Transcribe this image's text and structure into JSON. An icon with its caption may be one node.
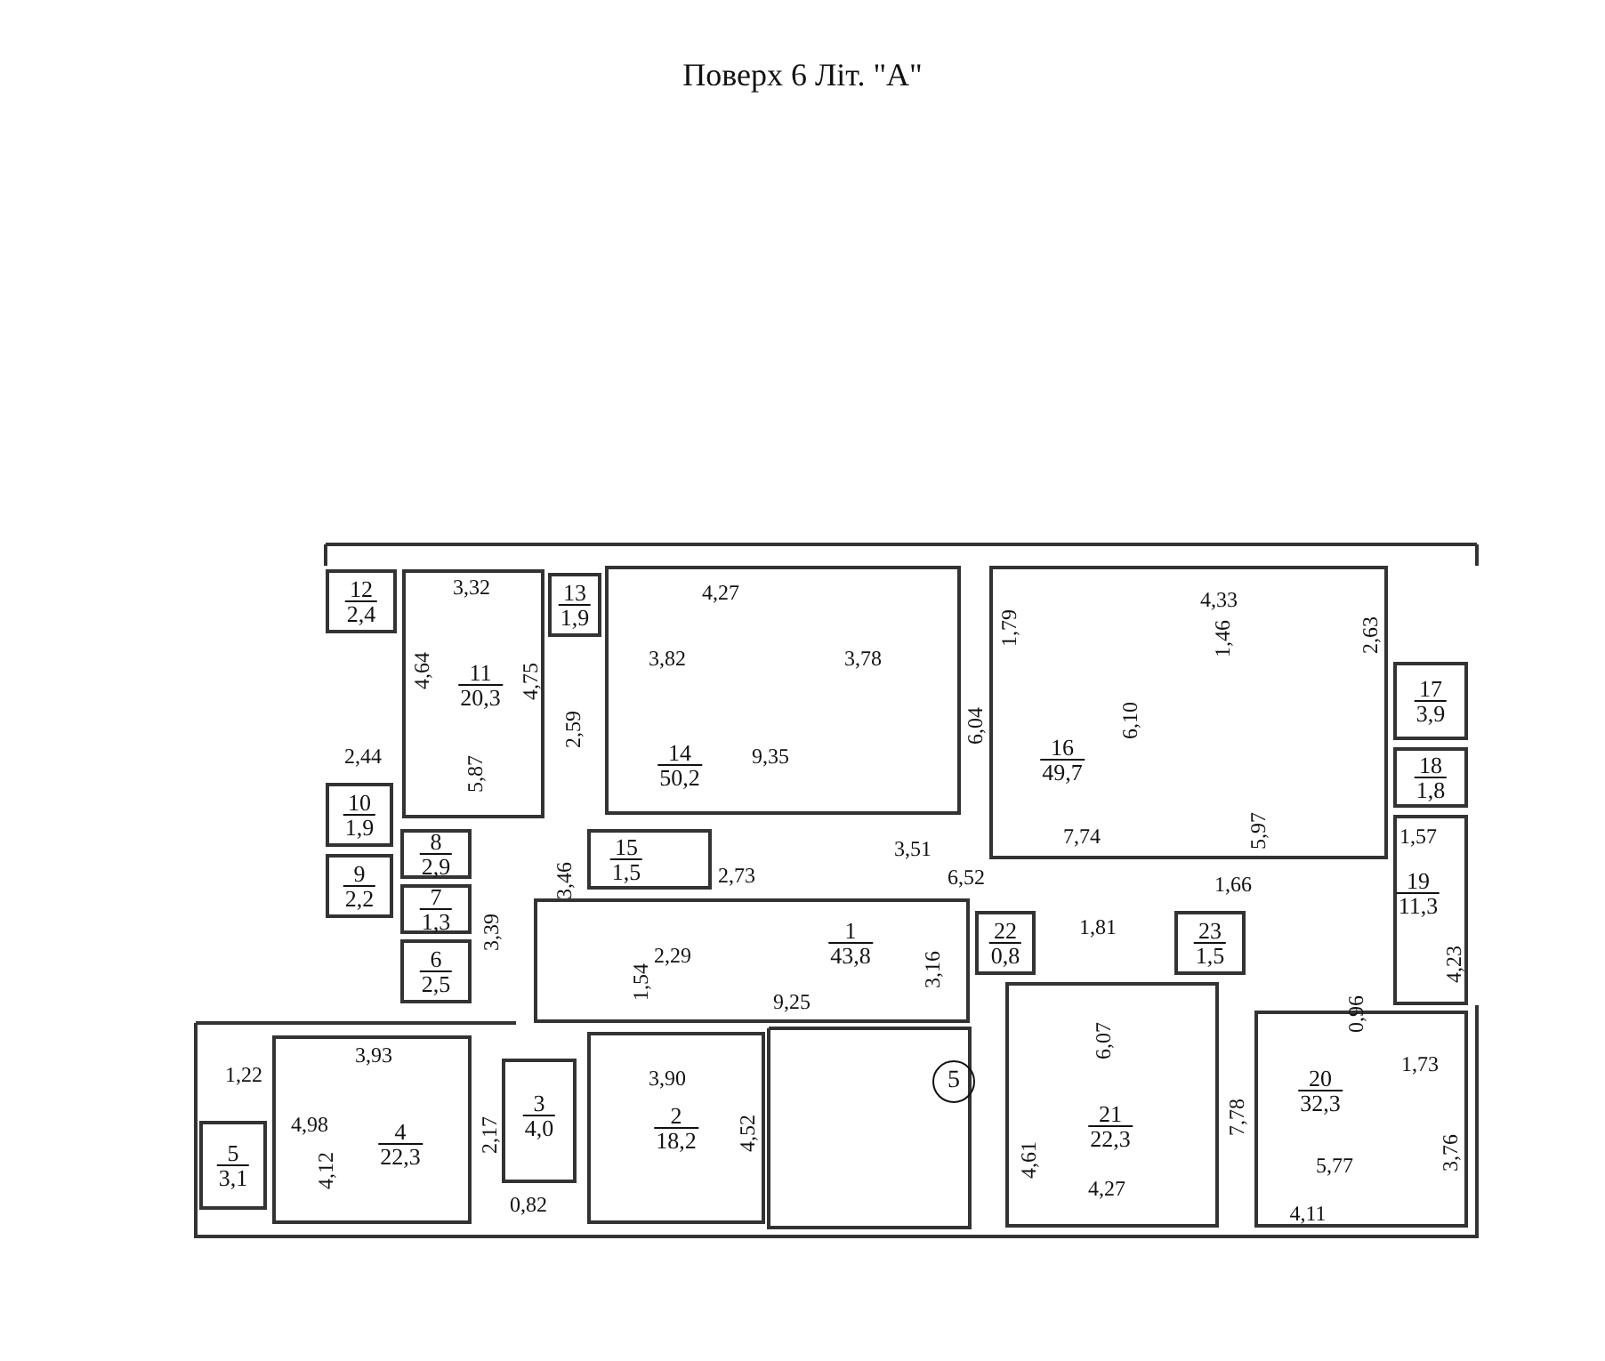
{
  "diagram": {
    "title": "Поверх 6 Літ. \"А\"",
    "nodes": [
      {
        "text": [
          "12",
          "2,4"
        ]
      },
      {
        "text": [
          "11",
          "20,3"
        ]
      },
      {
        "text": [
          "13",
          "1,9"
        ]
      },
      {
        "text": [
          "14",
          "50,2"
        ]
      },
      {
        "text": [
          "16",
          "49,7"
        ]
      },
      {
        "text": [
          "17",
          "3,9"
        ]
      },
      {
        "text": [
          "18",
          "1,8"
        ]
      },
      {
        "text": [
          "10",
          "1,9"
        ]
      },
      {
        "text": [
          "8",
          "2,9"
        ]
      },
      {
        "text": [
          "15",
          "1,5"
        ]
      },
      {
        "text": [
          "9",
          "2,2"
        ]
      },
      {
        "text": [
          "19",
          "11,3"
        ]
      },
      {
        "text": [
          "7",
          "1,3"
        ]
      },
      {
        "text": [
          "1",
          "43,8"
        ]
      },
      {
        "text": [
          "22",
          "0,8"
        ]
      },
      {
        "text": [
          "23",
          "1,5"
        ]
      },
      {
        "text": [
          "6",
          "2,5"
        ]
      },
      {
        "text": [
          "20",
          "32,3"
        ]
      },
      {
        "text": [
          "21",
          "22,3"
        ]
      },
      {
        "text": [
          "3",
          "4,0"
        ]
      },
      {
        "text": [
          "5",
          "3,1"
        ]
      },
      {
        "text": [
          "4",
          "22,3"
        ]
      },
      {
        "text": [
          "2",
          "18,2"
        ]
      }
    ],
    "labels": [
      "3,32",
      "4,27",
      "4,33",
      "3,82",
      "3,78",
      "1,79",
      "1,46",
      "2,63",
      "4,64",
      "4,75",
      "2,59",
      "6,04",
      "6,10",
      "2,44",
      "5,87",
      "9,35",
      "3,51",
      "7,74",
      "5,97",
      "1,57",
      "6,52",
      "1,66",
      "2,73",
      "3,46",
      "2,29",
      "1,81",
      "3,39",
      "1,54",
      "3,16",
      "9,25",
      "6,07",
      "4,23",
      "0,96",
      "1,22",
      "3,93",
      "3,90",
      "4,98",
      "4,52",
      "4,61",
      "7,78",
      "1,73",
      "2,17",
      "4,12",
      "0,82",
      "5,77",
      "3,76",
      "4,27",
      "4,11",
      "5"
    ]
  }
}
